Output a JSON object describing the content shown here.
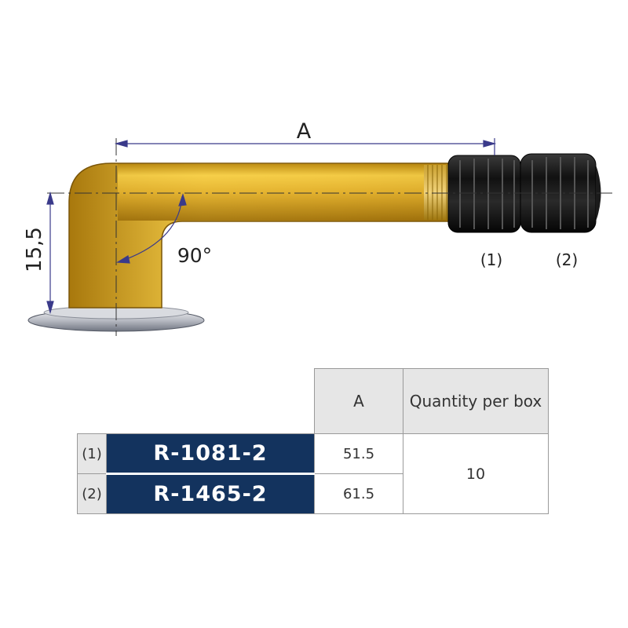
{
  "drawing": {
    "dimension_a_label": "A",
    "dimension_height_label": "15,5",
    "angle_label": "90°",
    "cap_labels": [
      "(1)",
      "(2)"
    ]
  },
  "table": {
    "header_a": "A",
    "header_quantity": "Quantity per box",
    "rows": [
      {
        "index": "(1)",
        "code": "R-1081-2",
        "a": "51.5"
      },
      {
        "index": "(2)",
        "code": "R-1465-2",
        "a": "61.5"
      }
    ],
    "quantity": "10"
  },
  "colors": {
    "brass": "#e0b02c",
    "cap": "#1a1a1a",
    "table_code_bg": "#13335e",
    "dimension_line": "#3a3a8a"
  }
}
